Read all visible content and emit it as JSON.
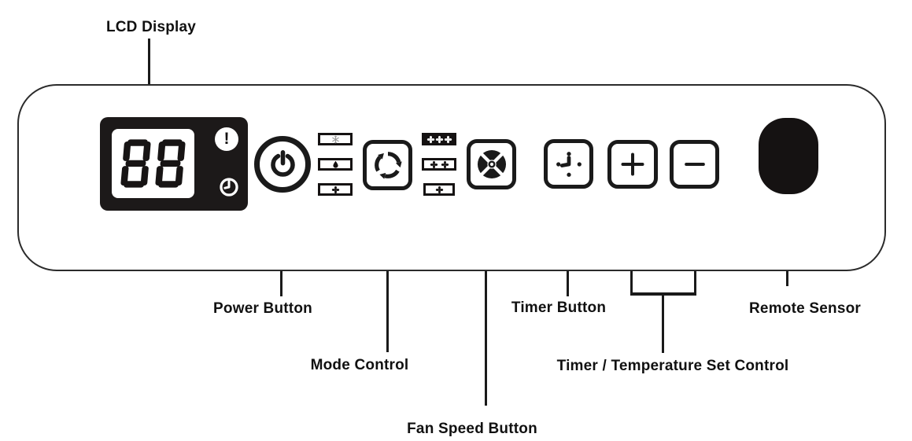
{
  "labels": {
    "lcd": "LCD Display",
    "power": "Power Button",
    "mode": "Mode Control",
    "fan_speed": "Fan Speed Button",
    "timer": "Timer Button",
    "timer_temp": "Timer / Temperature Set Control",
    "remote": "Remote Sensor"
  },
  "lcd": {
    "value": "88",
    "alert_glyph": "!",
    "indicators": [
      "alert-indicator",
      "timer-indicator"
    ]
  },
  "buttons": [
    {
      "id": "power",
      "icon": "power-icon"
    },
    {
      "id": "mode",
      "icon": "cycle-arrows-icon"
    },
    {
      "id": "fan-speed",
      "icon": "fan-icon"
    },
    {
      "id": "timer",
      "icon": "clock-icon"
    },
    {
      "id": "temp-up",
      "icon": "plus-icon"
    },
    {
      "id": "temp-down",
      "icon": "minus-icon"
    }
  ],
  "mode_indicators": [
    "cool-snowflake-icon",
    "dry-droplet-icon",
    "fan-mode-icon"
  ],
  "fan_speed_indicators": [
    "fan-high-three-icon",
    "fan-medium-two-icon",
    "fan-low-one-icon"
  ],
  "colors": {
    "ink": "#1a1a1a",
    "background": "#ffffff"
  }
}
